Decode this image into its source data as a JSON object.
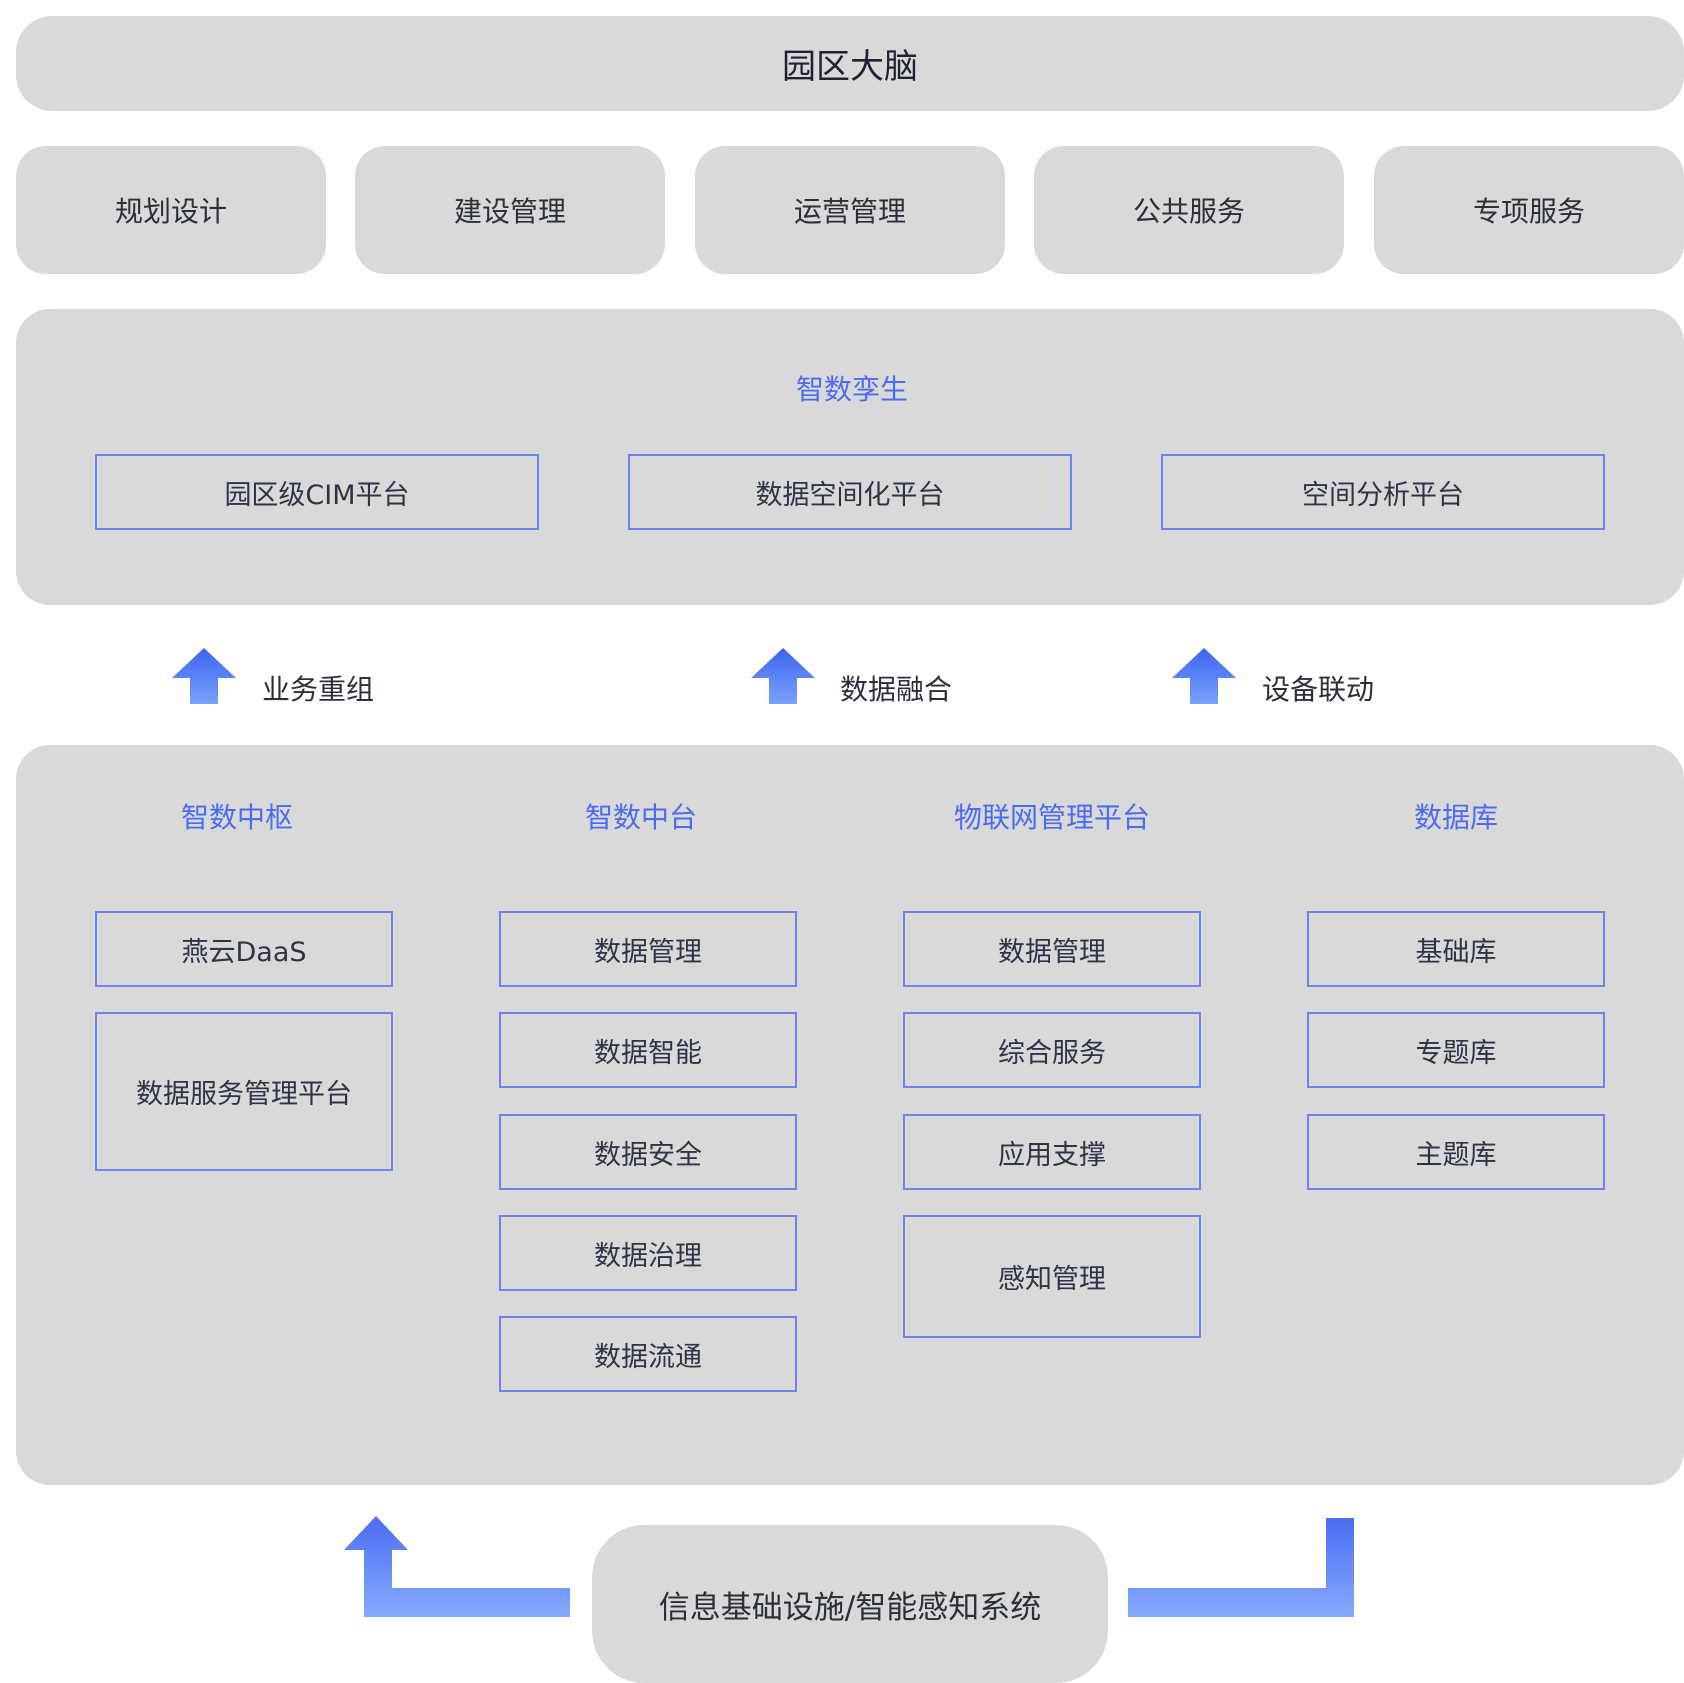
{
  "top_banner": {
    "label": "园区大脑"
  },
  "apps": [
    "规划设计",
    "建设管理",
    "运营管理",
    "公共服务",
    "专项服务"
  ],
  "twin": {
    "title": "智数孪生",
    "platforms": [
      "园区级CIM平台",
      "数据空间化平台",
      "空间分析平台"
    ]
  },
  "flows": [
    "业务重组",
    "数据融合",
    "设备联动"
  ],
  "columns": [
    {
      "title": "智数中枢",
      "items": [
        "燕云DaaS",
        "数据服务管理平台"
      ]
    },
    {
      "title": "智数中台",
      "items": [
        "数据管理",
        "数据智能",
        "数据安全",
        "数据治理",
        "数据流通"
      ]
    },
    {
      "title": "物联网管理平台",
      "items": [
        "数据管理",
        "综合服务",
        "应用支撑",
        "感知管理"
      ]
    },
    {
      "title": "数据库",
      "items": [
        "基础库",
        "专题库",
        "主题库"
      ]
    }
  ],
  "foundation": {
    "label": "信息基础设施/智能感知系统"
  },
  "colors": {
    "panel": "#d9d9d9",
    "accent": "#4a6cf0",
    "box_border": "#6a86ee",
    "arrow_top": "#3d63ea",
    "arrow_bottom": "#7aa2ff"
  },
  "icons": {
    "flow_arrow": "up-arrow-icon",
    "feed_arrow": "elbow-arrow-icon"
  }
}
